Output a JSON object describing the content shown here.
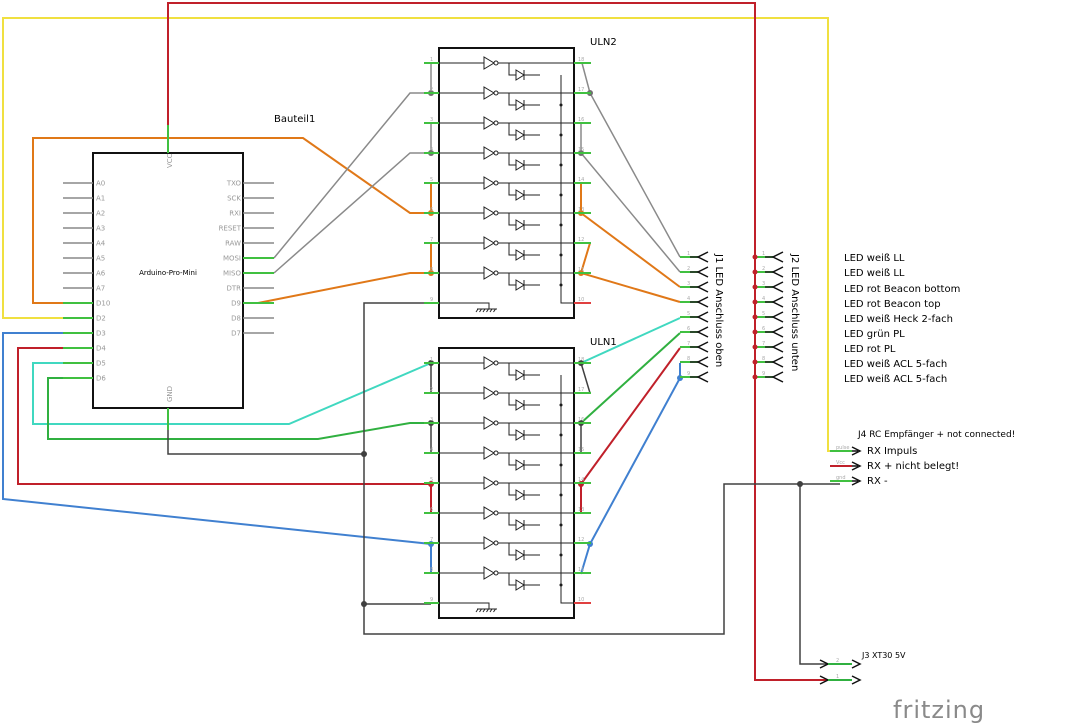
{
  "app": "fritzing",
  "logo": "fritzing",
  "colors": {
    "yellow": "#f0e040",
    "red": "#c0202a",
    "orange": "#e07818",
    "gray": "#8a8a8a",
    "darkgray": "#404040",
    "cyan": "#40d8c0",
    "green": "#30b040",
    "blue": "#4080d0",
    "pin_green": "#40c040",
    "pin_red": "#e04040"
  },
  "arduino": {
    "part_label": "Bauteil1",
    "name": "Arduino-Pro-Mini",
    "top_pin": "VCC",
    "bottom_pin": "GND",
    "left_pins": [
      "A0",
      "A1",
      "A2",
      "A3",
      "A4",
      "A5",
      "A6",
      "A7",
      "D10",
      "D2",
      "D3",
      "D4",
      "D5",
      "D6"
    ],
    "right_pins": [
      "TXO",
      "SCK",
      "RXI",
      "RESET",
      "RAW",
      "MOSI",
      "MISO",
      "DTR",
      "D9",
      "D8",
      "D7"
    ]
  },
  "uln2": {
    "label": "ULN2",
    "left_pin_numbers": [
      "1",
      "2",
      "3",
      "4",
      "5",
      "6",
      "7",
      "8",
      "9"
    ],
    "right_pin_numbers": [
      "18",
      "17",
      "16",
      "15",
      "14",
      "13",
      "12",
      "11",
      "10"
    ]
  },
  "uln1": {
    "label": "ULN1",
    "left_pin_numbers": [
      "1",
      "2",
      "3",
      "4",
      "5",
      "6",
      "7",
      "8",
      "9"
    ],
    "right_pin_numbers": [
      "18",
      "17",
      "16",
      "15",
      "14",
      "13",
      "12",
      "11",
      "10"
    ]
  },
  "j1": {
    "label": "J1 LED Anschluss oben",
    "pins": [
      "1",
      "2",
      "3",
      "4",
      "5",
      "6",
      "7",
      "8",
      "9"
    ]
  },
  "j2": {
    "label": "J2 LED Anschluss unten",
    "pins": [
      "1",
      "2",
      "3",
      "4",
      "5",
      "6",
      "7",
      "8",
      "9"
    ]
  },
  "led_labels": [
    "LED weiß LL",
    "LED weiß LL",
    "LED rot Beacon bottom",
    "LED rot Beacon top",
    "LED weiß Heck 2-fach",
    "LED grün PL",
    "LED rot PL",
    "LED weiß ACL 5-fach",
    "LED weiß ACL 5-fach"
  ],
  "j4": {
    "label": "J4 RC Empfänger + not connected!",
    "pins": [
      {
        "name": "pulse",
        "desc": "RX Impuls"
      },
      {
        "name": "Vcc",
        "desc": "RX + nicht belegt!"
      },
      {
        "name": "gnd",
        "desc": "RX -"
      }
    ]
  },
  "j3": {
    "label": "J3 XT30 5V",
    "pins": [
      "2",
      "1"
    ]
  }
}
